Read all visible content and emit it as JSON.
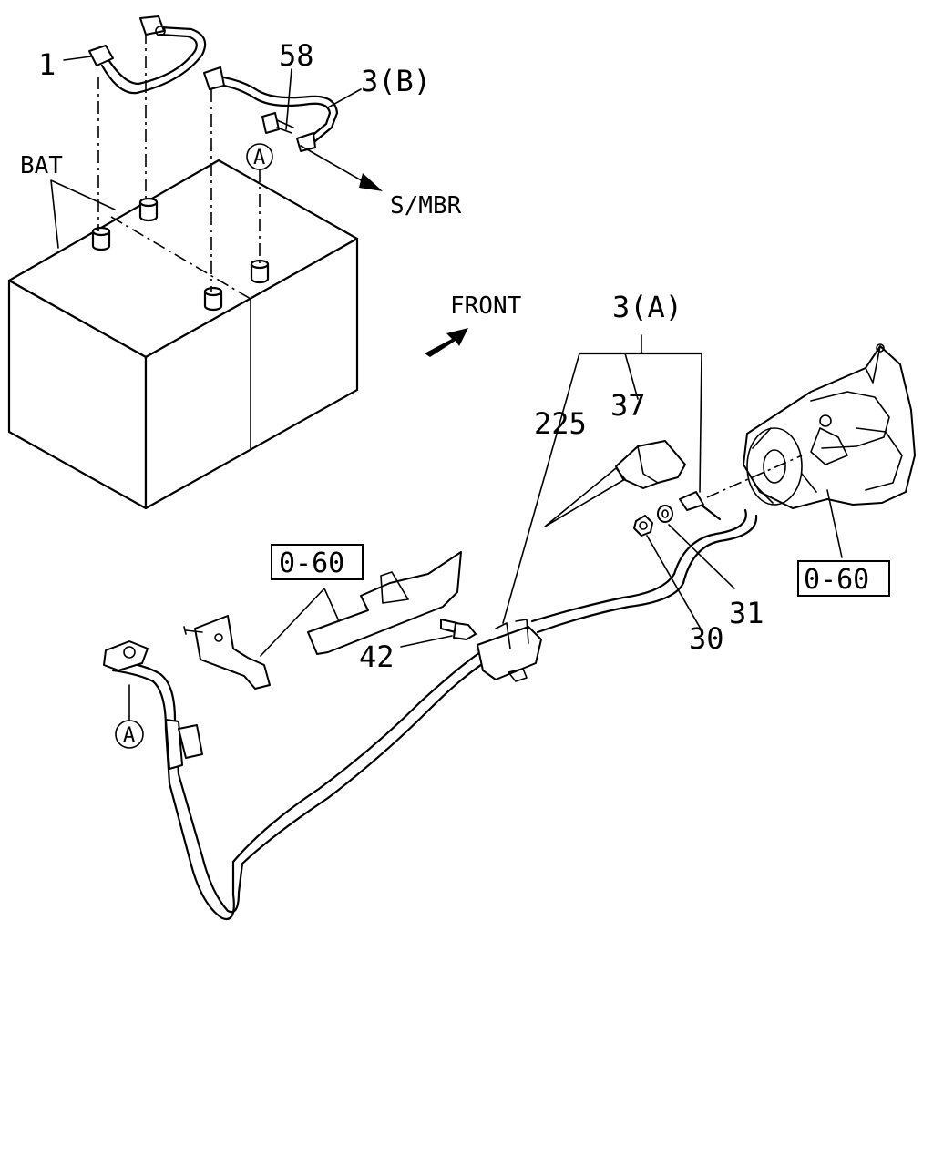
{
  "callouts": {
    "c1": "1",
    "c58": "58",
    "c3b": "3(B)",
    "c3a": "3(A)",
    "c225": "225",
    "c37": "37",
    "c42": "42",
    "c30": "30",
    "c31": "31"
  },
  "labels": {
    "bat": "BAT",
    "smbr": "S/MBR",
    "front": "FRONT"
  },
  "refs": {
    "ref_left": "0-60",
    "ref_right": "0-60"
  },
  "connector_marks": {
    "upper": "A",
    "lower": "A"
  }
}
